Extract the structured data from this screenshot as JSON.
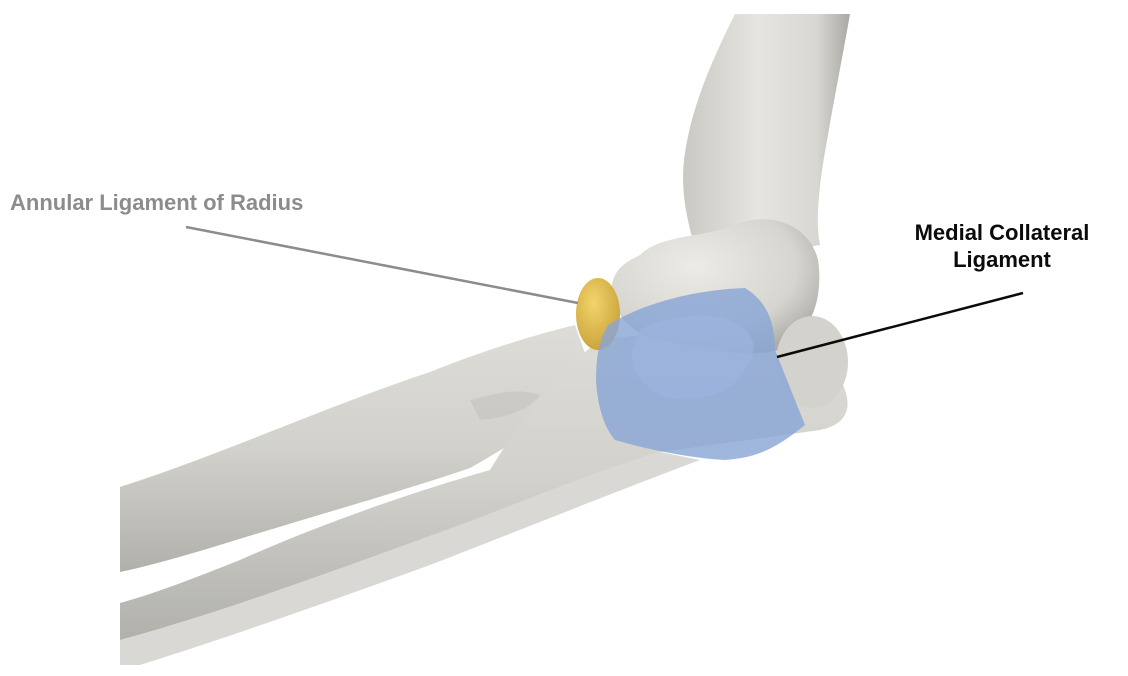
{
  "labels": {
    "annular_ligament": "Annular Ligament of Radius",
    "medial_collateral_line1": "Medial Collateral",
    "medial_collateral_line2": "Ligament"
  },
  "colors": {
    "bone": "#d9d8d2",
    "bone_shadow": "#a9a8a2",
    "annular_ligament": "#e3c052",
    "medial_collateral_ligament": "#8aa6d6",
    "annular_leader_line": "#8c8c8c",
    "mcl_leader_line": "#0b0b0b"
  }
}
